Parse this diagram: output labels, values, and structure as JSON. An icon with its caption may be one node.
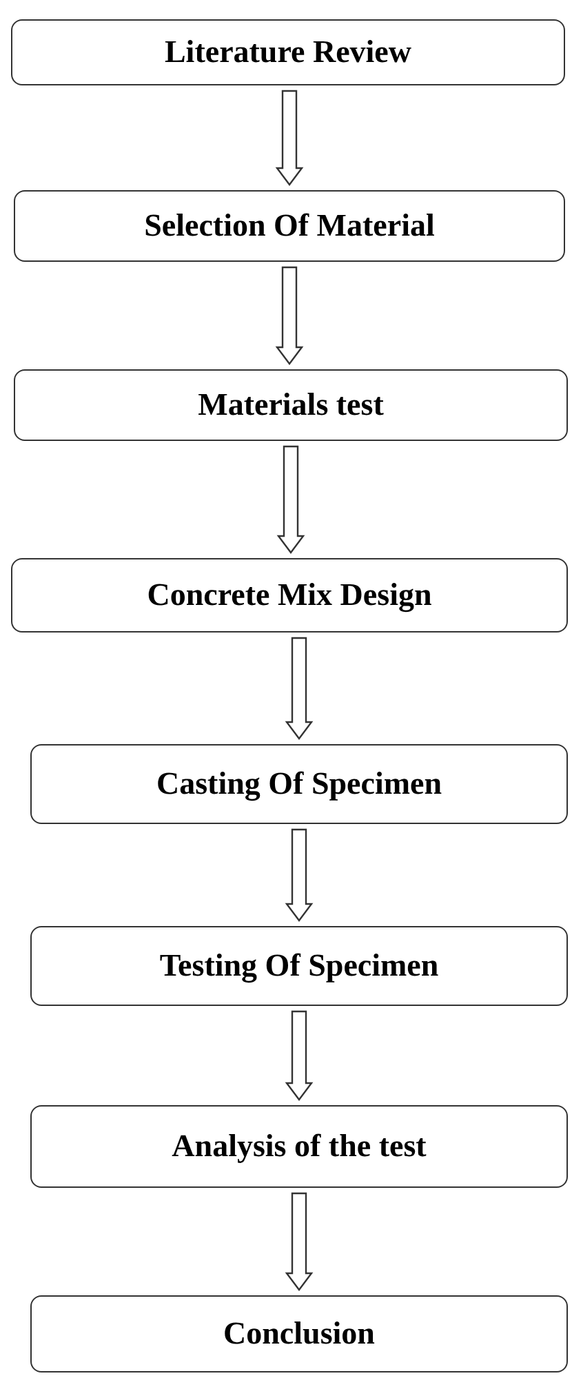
{
  "diagram": {
    "nodes": [
      {
        "text": [
          "Literature Review"
        ]
      },
      {
        "text": [
          "Selection Of Material"
        ]
      },
      {
        "text": [
          "Materials test"
        ]
      },
      {
        "text": [
          "Concrete Mix Design"
        ]
      },
      {
        "text": [
          "Casting Of Specimen"
        ]
      },
      {
        "text": [
          "Testing Of Specimen"
        ]
      },
      {
        "text": [
          "Analysis of the test"
        ]
      },
      {
        "text": [
          "Conclusion"
        ]
      }
    ],
    "edges": [
      {
        "from": 0,
        "to": 1,
        "arrow": "to"
      },
      {
        "from": 1,
        "to": 2,
        "arrow": "to"
      },
      {
        "from": 2,
        "to": 3,
        "arrow": "to"
      },
      {
        "from": 3,
        "to": 4,
        "arrow": "to"
      },
      {
        "from": 4,
        "to": 5,
        "arrow": "to"
      },
      {
        "from": 5,
        "to": 6,
        "arrow": "to"
      },
      {
        "from": 6,
        "to": 7,
        "arrow": "to"
      }
    ]
  }
}
